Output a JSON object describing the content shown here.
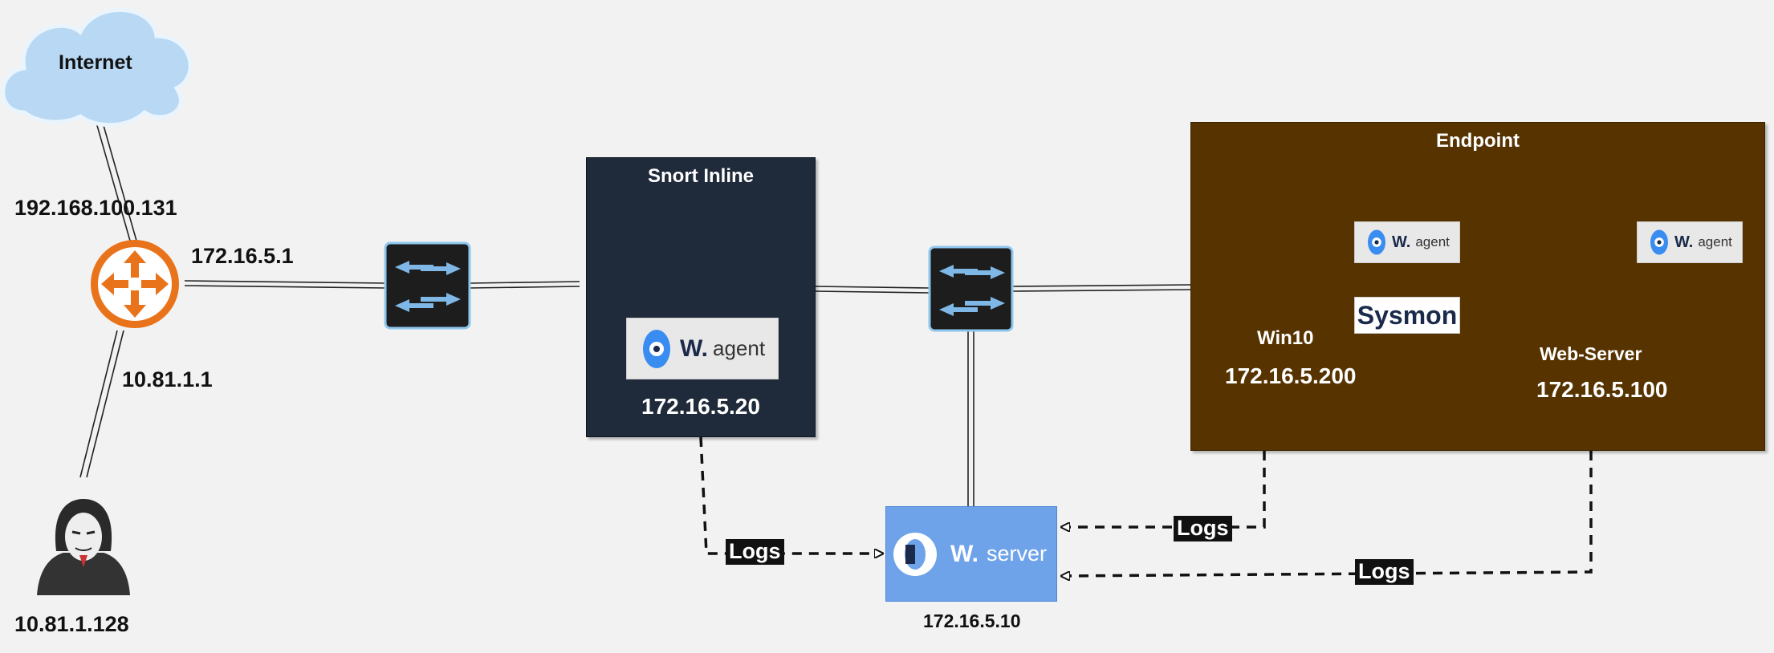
{
  "nodes": {
    "internet": {
      "label": "Internet"
    },
    "router": {
      "ip_wan": "192.168.100.131",
      "ip_lan": "172.16.5.1",
      "ip_attacker_side": "10.81.1.1"
    },
    "attacker": {
      "ip": "10.81.1.128"
    },
    "snort": {
      "title": "Snort Inline",
      "ip": "172.16.5.20",
      "agent_label": "agent",
      "agent_logo": "W."
    },
    "endpoint": {
      "title": "Endpoint"
    },
    "win10": {
      "name": "Win10",
      "ip": "172.16.5.200",
      "agent_label": "agent",
      "agent_logo": "W.",
      "sysmon_label": "Sysmon"
    },
    "webserver": {
      "name": "Web-Server",
      "ip": "172.16.5.100",
      "agent_label": "agent",
      "agent_logo": "W."
    },
    "wazuh_server": {
      "logo": "W.",
      "label": "server",
      "ip": "172.16.5.10"
    }
  },
  "edges": {
    "log_label": "Logs",
    "log_label_win10": "Logs",
    "log_label_webserver": "Logs"
  },
  "colors": {
    "background": "#f3f2f2",
    "snort_box": "#1f2a3a",
    "endpoint_box": "#573300",
    "wazuh_server": "#6ea3ea",
    "router": "#e8731a",
    "switch": "#1d1d1d",
    "switch_arrows": "#7fb8e6",
    "wazuh_blue": "#3a8df0"
  },
  "icons": {
    "cloud": "cloud-icon",
    "router": "router-icon",
    "switch": "switch-icon",
    "hacker": "hacker-icon",
    "snort": "snort-pig-icon",
    "desktop": "desktop-computer-icon",
    "web_server": "web-server-icon",
    "wazuh_eye": "wazuh-eye-icon"
  }
}
